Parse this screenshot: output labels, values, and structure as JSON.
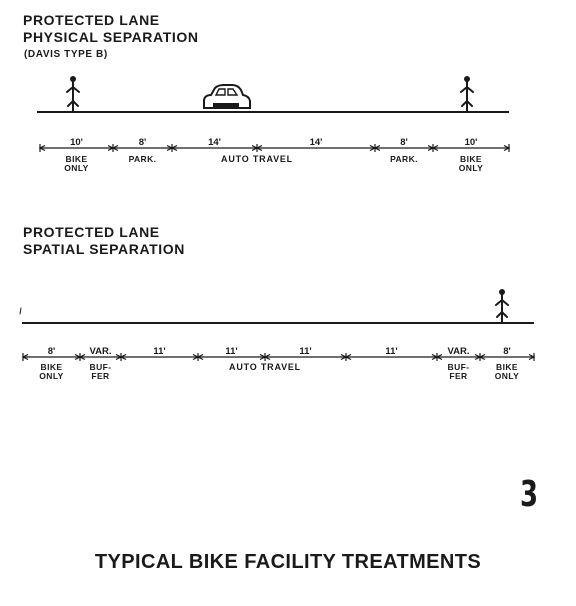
{
  "sections": [
    {
      "title_lines": [
        "PROTECTED LANE",
        "PHYSICAL SEPARATION"
      ],
      "subtitle": "(DAVIS TYPE B)",
      "segments": [
        {
          "width": "10'",
          "labels": [
            "BIKE",
            "ONLY"
          ]
        },
        {
          "width": "8'",
          "labels": [
            "PARK."
          ]
        },
        {
          "width": "14'",
          "labels": []
        },
        {
          "width": "14'",
          "labels": []
        },
        {
          "width": "8'",
          "labels": [
            "PARK."
          ]
        },
        {
          "width": "10'",
          "labels": [
            "BIKE",
            "ONLY"
          ]
        }
      ],
      "center_label": "AUTO TRAVEL"
    },
    {
      "title_lines": [
        "PROTECTED LANE",
        "SPATIAL SEPARATION"
      ],
      "subtitle": "",
      "segments": [
        {
          "width": "8'",
          "labels": [
            "BIKE",
            "ONLY"
          ]
        },
        {
          "width": "VAR.",
          "labels": [
            "BUF-",
            "FER"
          ]
        },
        {
          "width": "11'",
          "labels": []
        },
        {
          "width": "11'",
          "labels": []
        },
        {
          "width": "11'",
          "labels": []
        },
        {
          "width": "11'",
          "labels": []
        },
        {
          "width": "VAR.",
          "labels": [
            "BUF-",
            "FER"
          ]
        },
        {
          "width": "8'",
          "labels": [
            "BIKE",
            "ONLY"
          ]
        }
      ],
      "center_label": "AUTO TRAVEL"
    }
  ],
  "figure_number": "3",
  "caption": "TYPICAL BIKE FACILITY TREATMENTS"
}
